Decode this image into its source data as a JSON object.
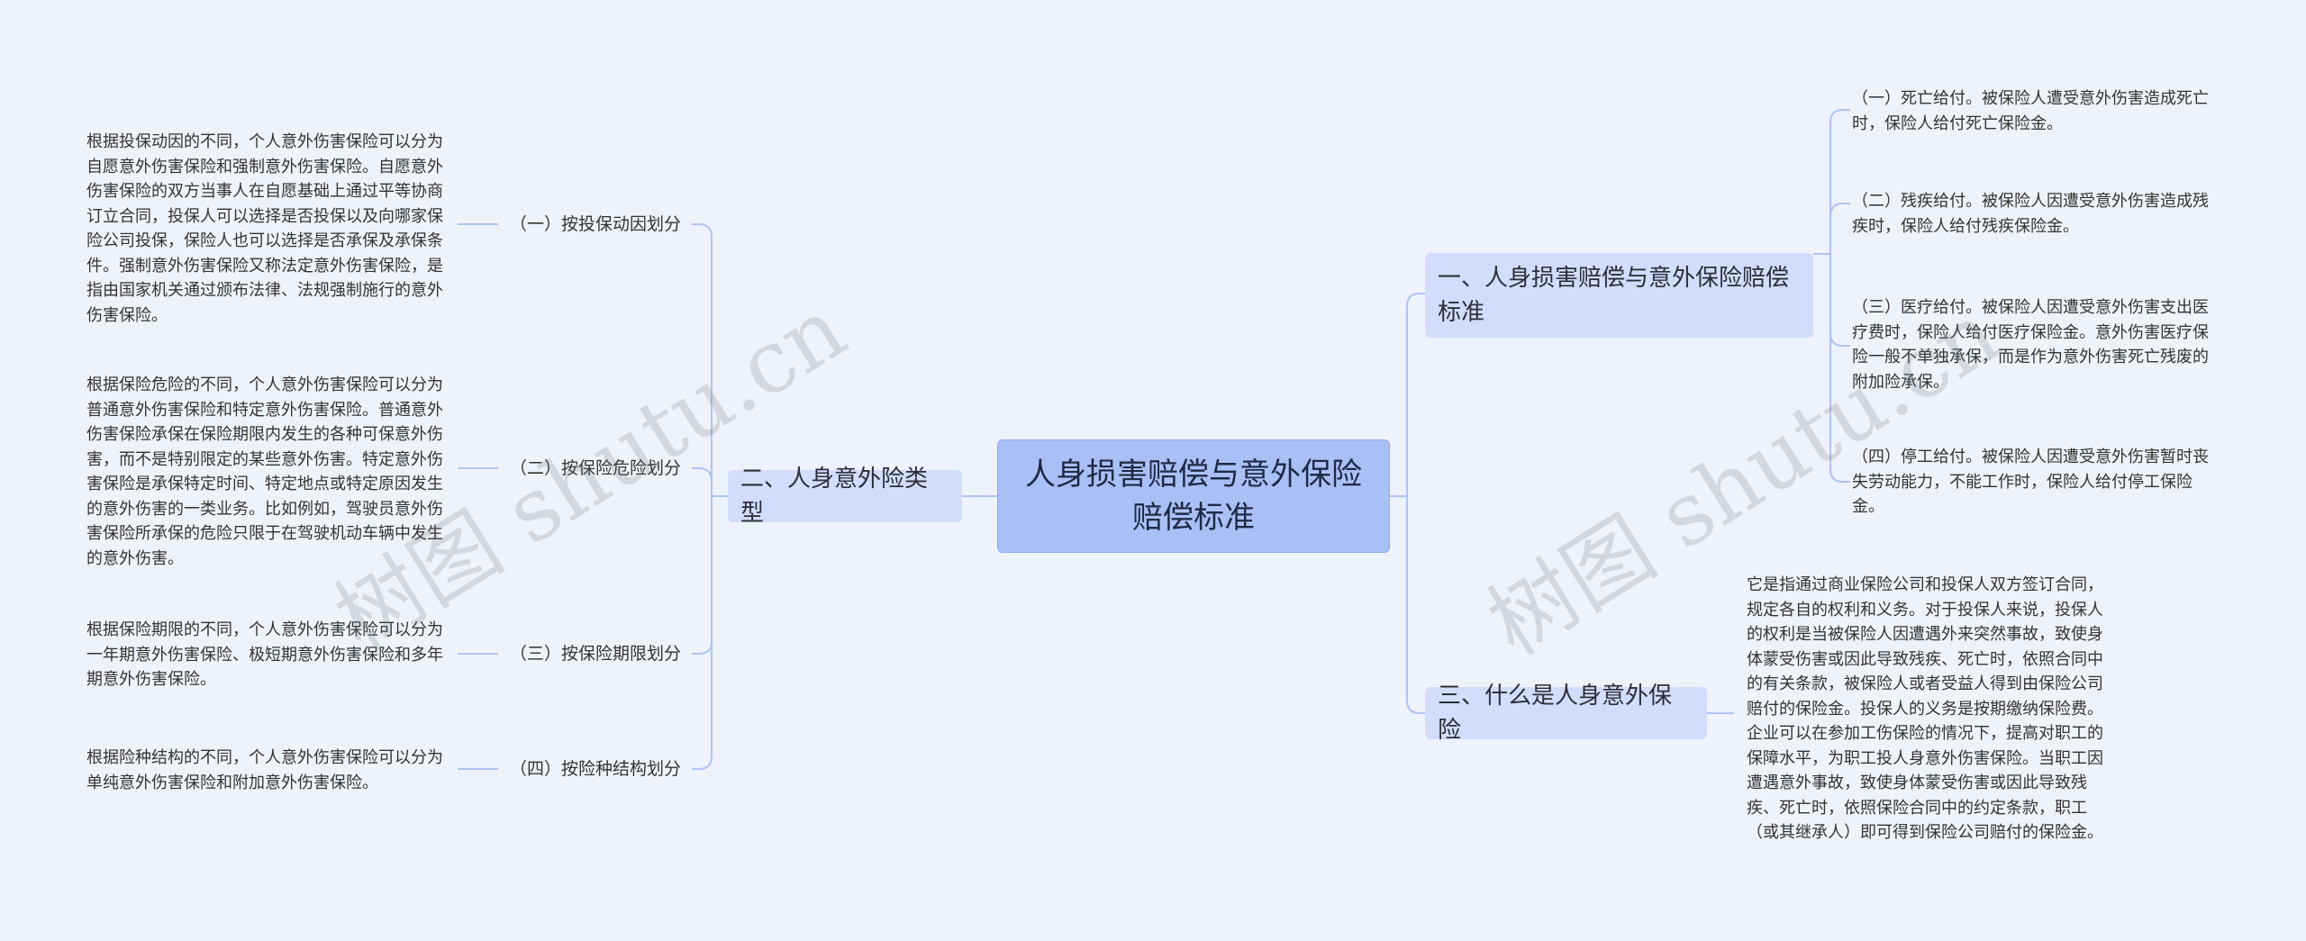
{
  "root": {
    "label": "人身损害赔偿与意外保险赔偿标准"
  },
  "branches": {
    "b1": {
      "label": "一、人身损害赔偿与意外保险赔偿标准"
    },
    "b2": {
      "label": "二、人身意外险类型"
    },
    "b3": {
      "label": "三、什么是人身意外保险"
    }
  },
  "b1_leaves": [
    "（一）死亡给付。被保险人遭受意外伤害造成死亡时，保险人给付死亡保险金。",
    "（二）残疾给付。被保险人因遭受意外伤害造成残疾时，保险人给付残疾保险金。",
    "（三）医疗给付。被保险人因遭受意外伤害支出医疗费时，保险人给付医疗保险金。意外伤害医疗保险一般不单独承保，而是作为意外伤害死亡残废的附加险承保。",
    "（四）停工给付。被保险人因遭受意外伤害暂时丧失劳动能力，不能工作时，保险人给付停工保险金。"
  ],
  "b2_subs": [
    "（一）按投保动因划分",
    "（二）按保险危险划分",
    "（三）按保险期限划分",
    "（四）按险种结构划分"
  ],
  "b2_leaves": [
    "根据投保动因的不同，个人意外伤害保险可以分为自愿意外伤害保险和强制意外伤害保险。自愿意外伤害保险的双方当事人在自愿基础上通过平等协商订立合同，投保人可以选择是否投保以及向哪家保险公司投保，保险人也可以选择是否承保及承保条件。强制意外伤害保险又称法定意外伤害保险，是指由国家机关通过颁布法律、法规强制施行的意外伤害保险。",
    "根据保险危险的不同，个人意外伤害保险可以分为普通意外伤害保险和特定意外伤害保险。普通意外伤害保险承保在保险期限内发生的各种可保意外伤害，而不是特别限定的某些意外伤害。特定意外伤害保险是承保特定时间、特定地点或特定原因发生的意外伤害的一类业务。比如例如，驾驶员意外伤害保险所承保的危险只限于在驾驶机动车辆中发生的意外伤害。",
    "根据保险期限的不同，个人意外伤害保险可以分为一年期意外伤害保险、极短期意外伤害保险和多年期意外伤害保险。",
    "根据险种结构的不同，个人意外伤害保险可以分为单纯意外伤害保险和附加意外伤害保险。"
  ],
  "b3_leaf": "它是指通过商业保险公司和投保人双方签订合同，规定各自的权利和义务。对于投保人来说，投保人的权利是当被保险人因遭遇外来突然事故，致使身体蒙受伤害或因此导致残疾、死亡时，依照合同中的有关条款，被保险人或者受益人得到由保险公司赔付的保险金。投保人的义务是按期缴纳保险费。企业可以在参加工伤保险的情况下，提高对职工的保障水平，为职工投人身意外伤害保险。当职工因遭遇意外事故，致使身体蒙受伤害或因此导致残疾、死亡时，依照保险合同中的约定条款，职工（或其继承人）即可得到保险公司赔付的保险金。",
  "watermarks": [
    "树图 shutu.cn",
    "树图 shutu.cn"
  ]
}
